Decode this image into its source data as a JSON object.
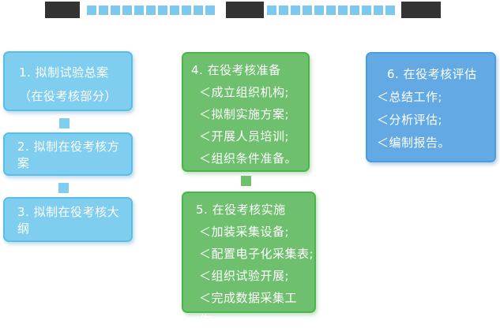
{
  "top_bar": {
    "dark_block_color": "#333333",
    "square_color": "#7CC9EF",
    "groups": [
      {
        "type": "block"
      },
      {
        "type": "squares",
        "count": 11
      },
      {
        "type": "block"
      },
      {
        "type": "squares",
        "count": 11
      },
      {
        "type": "block"
      }
    ]
  },
  "flowchart": {
    "colors": {
      "light_blue_fill": "#7FCEF0",
      "light_blue_border": "#58BFE9",
      "green_fill": "#6EC06E",
      "green_border": "#47B747",
      "blue_fill": "#63AAE5",
      "blue_border": "#4A9CDF",
      "text": "#FFFFFF"
    },
    "steps": [
      {
        "id": 1,
        "variant": "lightblue",
        "title": "1. 拟制试验总案",
        "lines": [
          "（在役考核部分）"
        ]
      },
      {
        "id": 2,
        "variant": "lightblue",
        "title": "2. 拟制在役考核方案",
        "lines": []
      },
      {
        "id": 3,
        "variant": "lightblue",
        "title": "3. 拟制在役考核大纲",
        "lines": []
      },
      {
        "id": 4,
        "variant": "green",
        "title": "4. 在役考核准备",
        "lines": [
          "＜成立组织机构;",
          "＜拟制实施方案;",
          "＜开展人员培训;",
          "＜组织条件准备。"
        ]
      },
      {
        "id": 5,
        "variant": "green",
        "title": "5. 在役考核实施",
        "lines": [
          "＜加装采集设备;",
          "＜配置电子化采集表;",
          "＜组织试验开展;",
          "＜完成数据采集工作。"
        ]
      },
      {
        "id": 6,
        "variant": "blue",
        "title": "6. 在役考核评估",
        "lines": [
          "＜总结工作;",
          "＜分析评估;",
          "＜编制报告。"
        ]
      }
    ],
    "connectors": [
      {
        "between": "step-1-and-step-2",
        "color": "lightblue"
      },
      {
        "between": "step-2-and-step-3",
        "color": "lightblue"
      },
      {
        "between": "step-4-and-step-5",
        "color": "green"
      }
    ]
  }
}
